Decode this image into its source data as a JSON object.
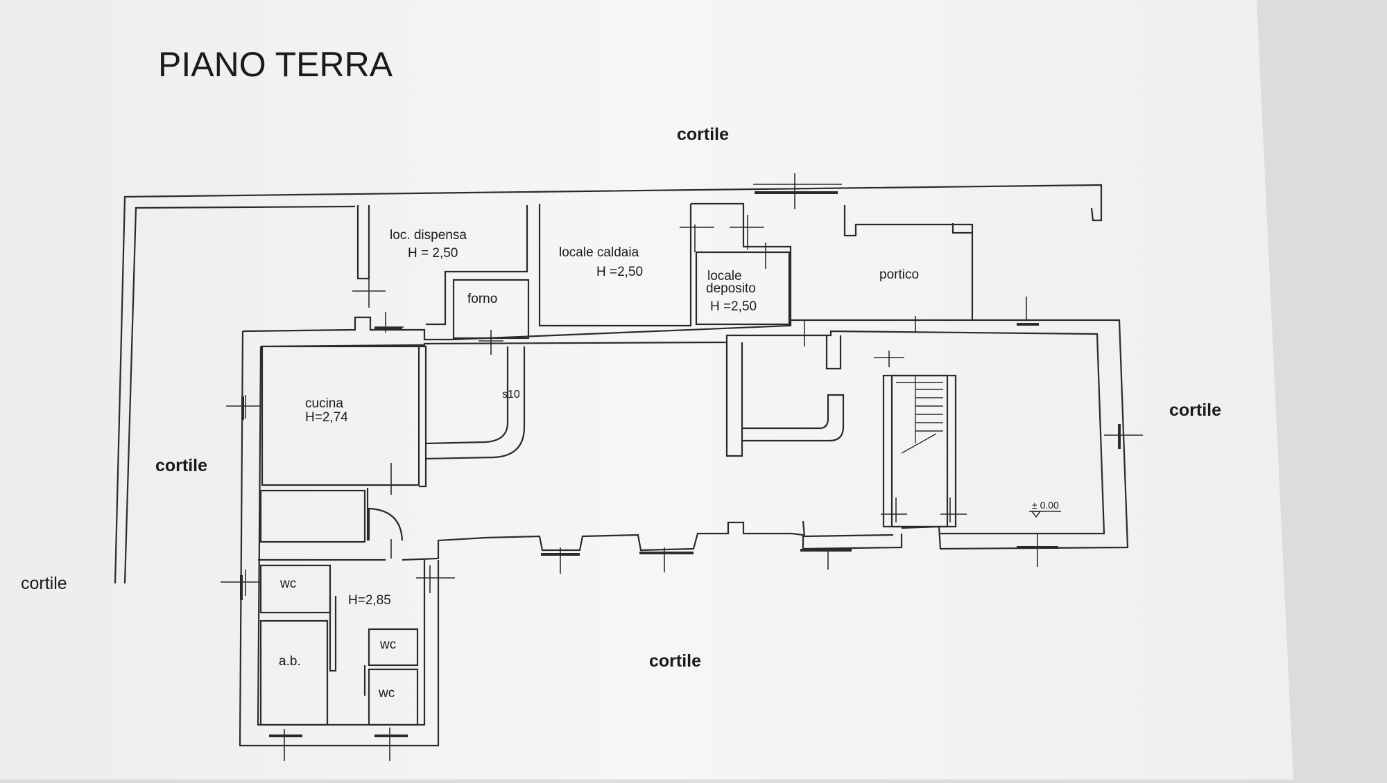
{
  "title": "PIANO TERRA",
  "outside": {
    "top": "cortile",
    "right": "cortile",
    "left_inner": "cortile",
    "left_outer": "cortile",
    "bottom": "cortile"
  },
  "rooms": {
    "dispensa": {
      "name": "loc. dispensa",
      "height": "H = 2,50"
    },
    "caldaia": {
      "name": "locale caldaia",
      "height": "H =2,50"
    },
    "deposito": {
      "name_line1": "locale",
      "name_line2": "deposito",
      "height": "H =2,50"
    },
    "portico": {
      "name": "portico"
    },
    "forno": {
      "name": "forno"
    },
    "cucina": {
      "name": "cucina",
      "height": "H=2,74"
    },
    "wc1": {
      "name": "wc"
    },
    "disimpegno": {
      "height": "H=2,85"
    },
    "wc2": {
      "name": "wc"
    },
    "wc3": {
      "name": "wc"
    },
    "antibagno": {
      "name": "a.b."
    }
  },
  "annotations": {
    "wall_mark": "s10",
    "level_mark": "± 0.00"
  },
  "colors": {
    "paper": "#f4f4f4",
    "background": "#dcdcdc",
    "line": "#2a2a2a",
    "text": "#1a1a1a"
  }
}
